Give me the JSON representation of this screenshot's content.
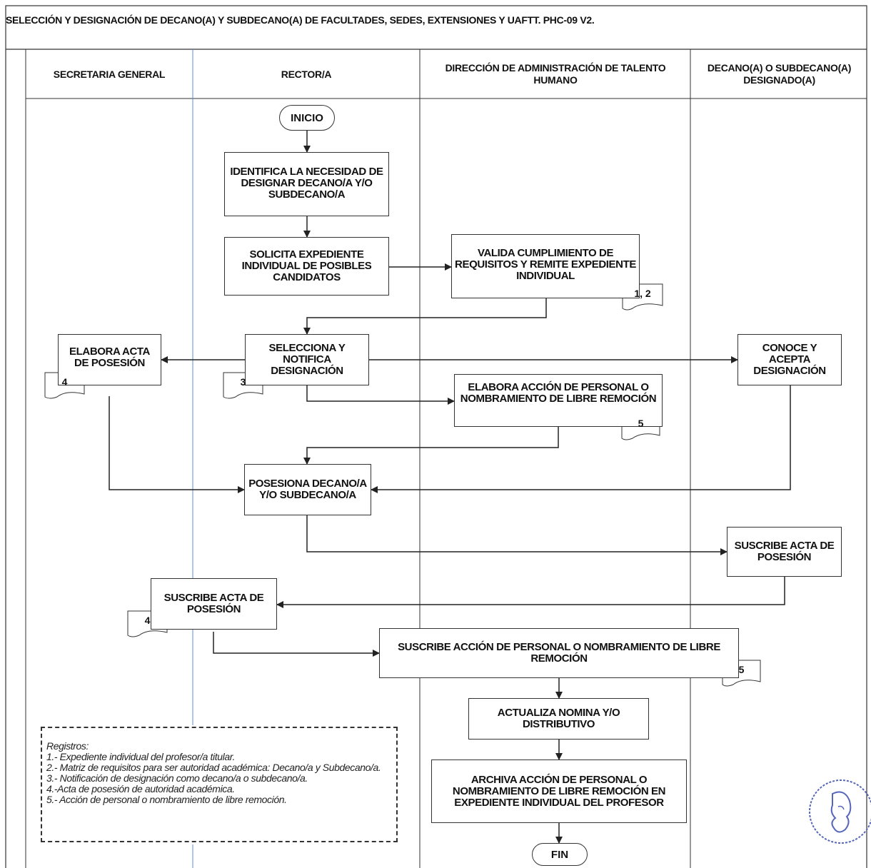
{
  "title": "SELECCIÓN Y DESIGNACIÓN DE DECANO(A) Y SUBDECANO(A) DE FACULTADES, SEDES, EXTENSIONES Y UAFTT. PHC-09 V2.",
  "lanes": [
    "SECRETARIA GENERAL",
    "RECTOR/A",
    "DIRECCIÓN DE ADMINISTRACIÓN DE TALENTO HUMANO",
    "DECANO(A) O SUBDECANO(A) DESIGNADO(A)"
  ],
  "nodes": {
    "inicio": "INICIO",
    "identifica": "IDENTIFICA LA NECESIDAD DE DESIGNAR DECANO/A Y/O SUBDECANO/A",
    "solicita": "SOLICITA EXPEDIENTE INDIVIDUAL DE POSIBLES CANDIDATOS",
    "valida": "VALIDA CUMPLIMIENTO DE REQUISITOS Y REMITE EXPEDIENTE INDIVIDUAL",
    "selecciona": "SELECCIONA Y NOTIFICA DESIGNACIÓN",
    "elabora_acta": "ELABORA ACTA DE POSESIÓN",
    "conoce": "CONOCE Y ACEPTA DESIGNACIÓN",
    "elabora_accion": "ELABORA ACCIÓN DE PERSONAL O NOMBRAMIENTO DE LIBRE REMOCIÓN",
    "posesiona": "POSESIONA DECANO/A Y/O SUBDECANO/A",
    "suscribe_acta_decano": "SUSCRIBE ACTA DE POSESIÓN",
    "suscribe_acta_sg": "SUSCRIBE ACTA DE POSESIÓN",
    "suscribe_accion": "SUSCRIBE ACCIÓN DE PERSONAL O NOMBRAMIENTO DE LIBRE REMOCIÓN",
    "actualiza": "ACTUALIZA NOMINA Y/O DISTRIBUTIVO",
    "archiva": "ARCHIVA ACCIÓN DE PERSONAL O NOMBRAMIENTO DE LIBRE REMOCIÓN EN EXPEDIENTE INDIVIDUAL DEL PROFESOR",
    "fin": "FIN"
  },
  "doc_refs": {
    "valida": "1, 2",
    "selecciona": "3",
    "elabora_acta": "4",
    "elabora_accion": "5",
    "suscribe_acta_sg": "4",
    "suscribe_accion": "5"
  },
  "registros": {
    "heading": "Registros:",
    "items": [
      "1.- Expediente individual del profesor/a titular.",
      "2.- Matriz de requisitos para ser autoridad académica: Decano/a y Subdecano/a.",
      "3.- Notificación de designación como decano/a o subdecano/a.",
      "4.-Acta de posesión de autoridad académica.",
      "5.- Acción de personal o nombramiento de libre remoción."
    ]
  },
  "colors": {
    "line": "#333333",
    "lane_divider_blue": "#5b8fd6",
    "seal": "#5566bb"
  }
}
